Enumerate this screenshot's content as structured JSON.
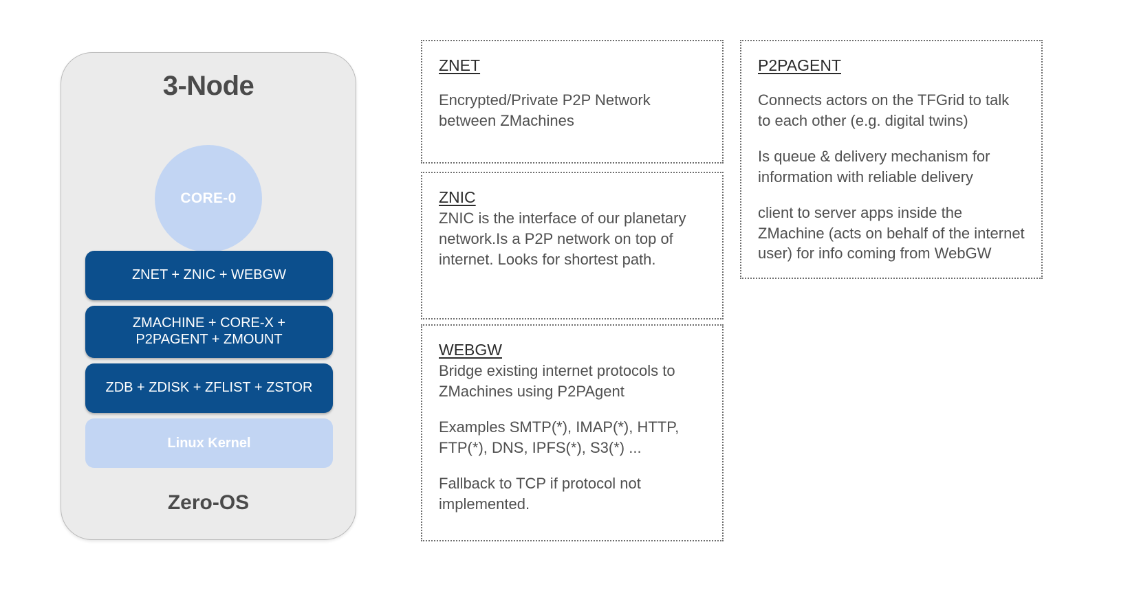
{
  "node_card": {
    "title": "3-Node",
    "core_label": "CORE-0",
    "footer": "Zero-OS",
    "layers": [
      {
        "label": "ZNET +  ZNIC + WEBGW",
        "style": "blue"
      },
      {
        "label": "ZMACHINE + CORE-X +\nP2PAGENT + ZMOUNT",
        "line1": "ZMACHINE + CORE-X +",
        "line2": "P2PAGENT + ZMOUNT",
        "style": "blue"
      },
      {
        "label": "ZDB + ZDISK + ZFLIST + ZSTOR",
        "style": "blue"
      },
      {
        "label": "Linux Kernel",
        "style": "lightblue"
      }
    ]
  },
  "panels": {
    "znet": {
      "title": "ZNET",
      "paragraphs": [
        "Encrypted/Private P2P Network between ZMachines"
      ]
    },
    "znic": {
      "title": "ZNIC",
      "paragraphs": [
        "ZNIC is the interface of our planetary network.Is a P2P network on top of internet. Looks for shortest path."
      ]
    },
    "webgw": {
      "title": "WEBGW",
      "paragraphs": [
        "Bridge existing internet protocols to ZMachines using P2PAgent",
        "Examples SMTP(*), IMAP(*), HTTP, FTP(*), DNS, IPFS(*), S3(*) ...",
        "Fallback to TCP if protocol not implemented."
      ]
    },
    "p2pagent": {
      "title": "P2PAGENT",
      "paragraphs": [
        "Connects actors on the TFGrid to talk to each other (e.g. digital twins)",
        "Is queue & delivery mechanism for information with reliable delivery",
        "client to server apps inside the ZMachine (acts on behalf of the internet user) for info coming from WebGW"
      ]
    }
  },
  "colors": {
    "card_bg": "#ebebeb",
    "blue": "#0c4f8d",
    "light_blue": "#c2d5f3",
    "title_gray": "#4a4a4a",
    "body_gray": "#4f4f4f",
    "dotted_border": "#6e6e6e"
  }
}
